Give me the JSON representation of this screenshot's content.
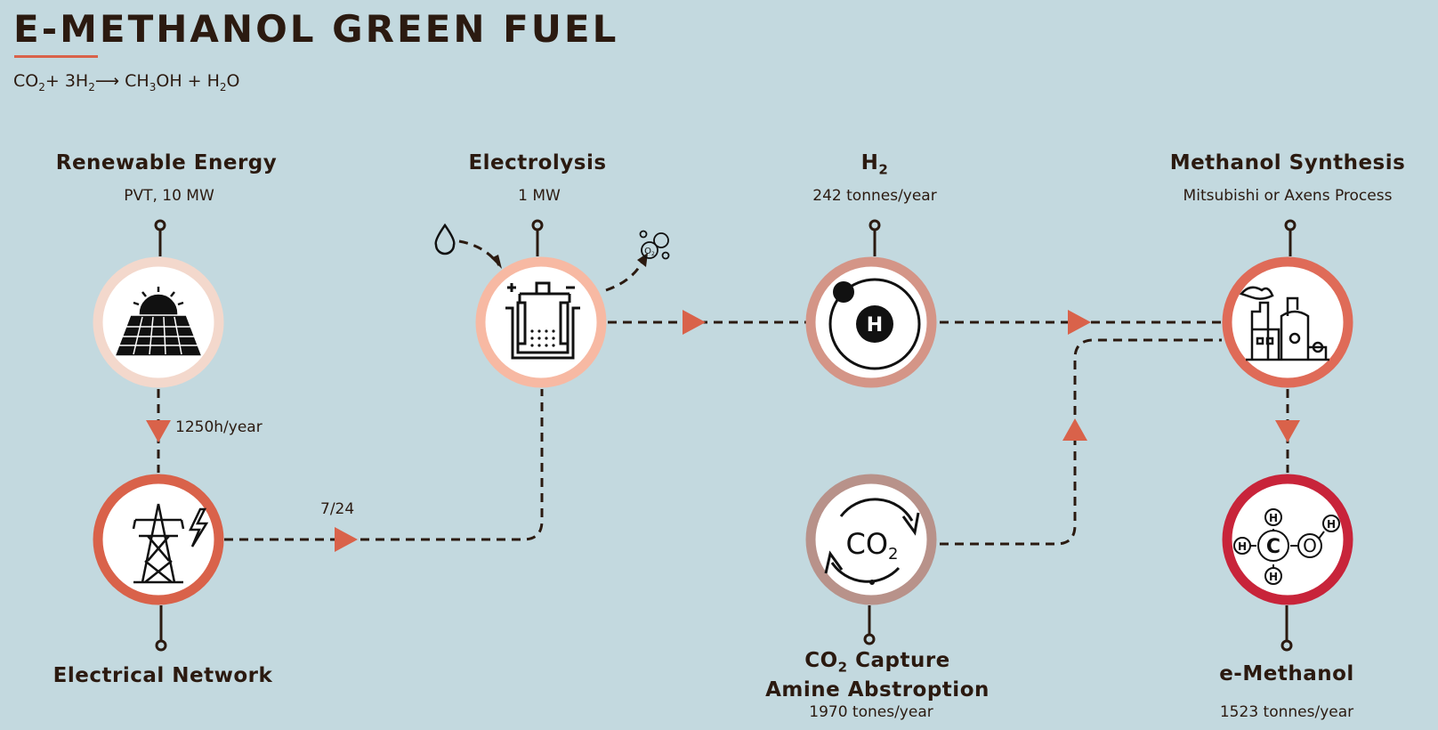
{
  "header": {
    "title": "E-METHANOL GREEN FUEL",
    "equation": {
      "a": "CO",
      "a_sub": "2",
      "b": "+ 3H",
      "b_sub": "2",
      "arrow": "⟶",
      "c": "CH",
      "c_sub": "3",
      "d": "OH + H",
      "d_sub": "2",
      "e": "O"
    }
  },
  "nodes": {
    "renewable": {
      "title": "Renewable Energy",
      "subtitle": "PVT, 10 MW",
      "icon": "solar-panel-icon"
    },
    "electrolysis": {
      "title": "Electrolysis",
      "subtitle": "1 MW",
      "icon": "electrolyzer-icon"
    },
    "h2": {
      "title": "H",
      "title_sub": "2",
      "subtitle": "242 tonnes/year",
      "icon": "hydrogen-atom-icon"
    },
    "synthesis": {
      "title": "Methanol Synthesis",
      "subtitle": "Mitsubishi or Axens Process",
      "icon": "factory-icon"
    },
    "network": {
      "title": "Electrical Network",
      "icon": "power-tower-icon"
    },
    "co2": {
      "title_line1": "CO",
      "title_line1_sub": "2",
      "title_line1_rest": " Capture",
      "title_line2": "Amine Abstroption",
      "subtitle": "1970 tones/year",
      "icon": "co2-cycle-icon",
      "icon_text": "CO",
      "icon_text_sub": "2"
    },
    "emethanol": {
      "title": "e-Methanol",
      "subtitle": "1523 tonnes/year",
      "icon": "methanol-molecule-icon",
      "atoms": {
        "h": "H",
        "c": "C",
        "o": "O"
      }
    }
  },
  "flow": {
    "solar_hours": "1250h/year",
    "operation": "7/24",
    "oxygen_label": "O",
    "oxygen_sub": "2"
  },
  "colors": {
    "background": "#c3d9df",
    "renewable_ring": "#f3d8cc",
    "electrolysis_ring": "#f7b9a3",
    "h2_ring": "#d49587",
    "synthesis_ring": "#df6b58",
    "network_ring": "#d9624a",
    "co2_ring": "#b8928a",
    "emethanol_ring": "#c8243a",
    "arrow": "#d9624a",
    "line": "#2b1a10"
  }
}
